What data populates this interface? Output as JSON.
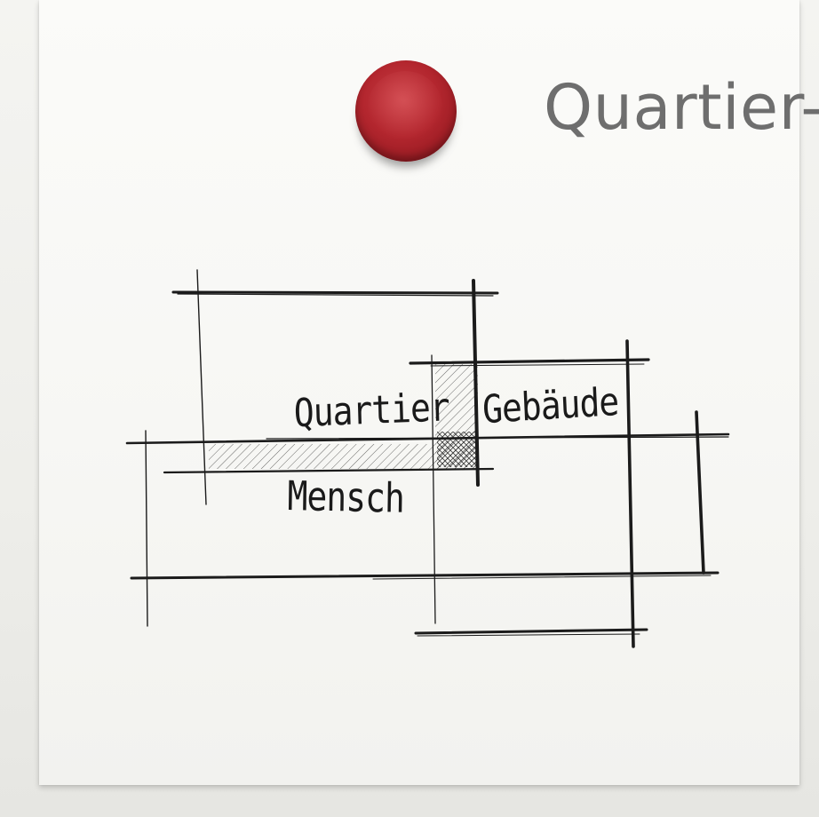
{
  "heading": "Quartier-",
  "sketch_labels": {
    "quartier": "Quartier",
    "gebaude": "Gebäude",
    "mensch": "Mensch"
  },
  "colors": {
    "magnet": "#b3262e",
    "heading": "#6e6e6e",
    "ink": "#1a1a1a",
    "paper": "#f8f8f6"
  },
  "icons": {
    "magnet": "magnet-icon"
  }
}
